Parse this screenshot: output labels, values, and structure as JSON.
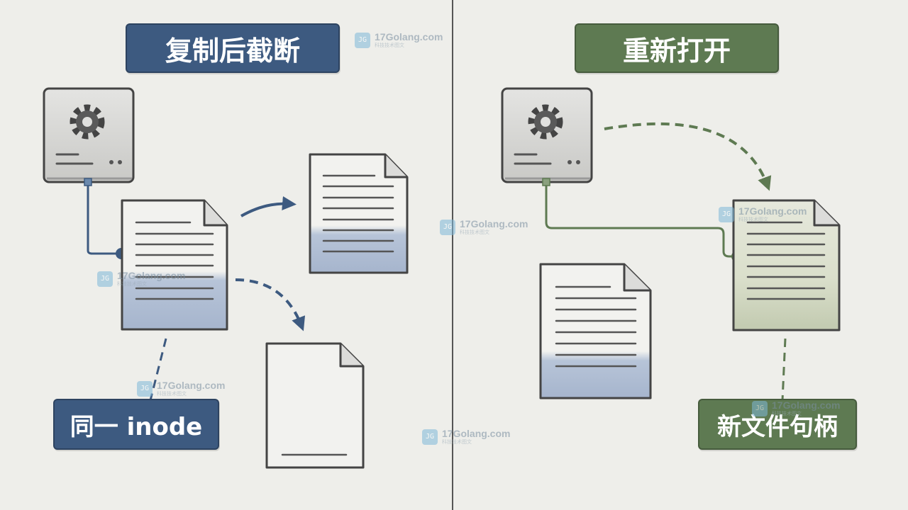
{
  "left_panel": {
    "title": "复制后截断",
    "bottom_label": "同一 inode",
    "accent": "#3d5a80"
  },
  "right_panel": {
    "title": "重新打开",
    "bottom_label": "新文件句柄",
    "accent": "#5e7a52"
  },
  "watermark": {
    "text": "17Golang.com",
    "subtext": "科技技术图文",
    "icon_text": "JG"
  },
  "colors": {
    "background": "#eeeeea",
    "divider": "#555555",
    "blue_fill": "#a9b8cf",
    "green_fill": "#c4ccb0",
    "page": "#f2f2ef",
    "ink": "#333333"
  }
}
